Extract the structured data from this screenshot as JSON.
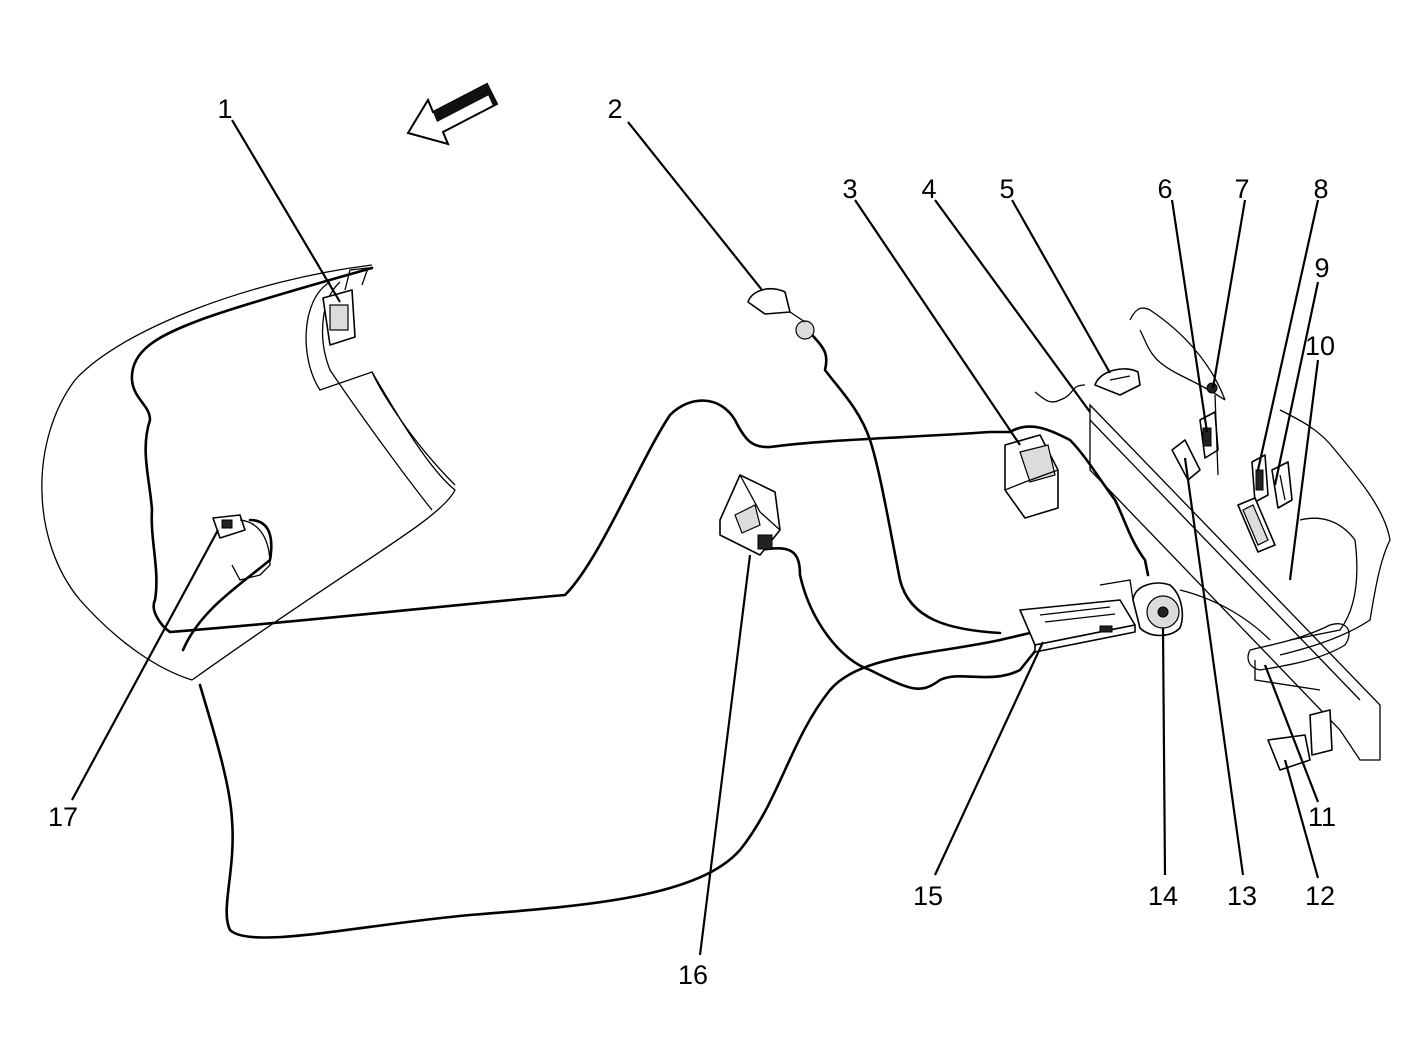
{
  "callouts": [
    {
      "id": "1",
      "label": "1"
    },
    {
      "id": "2",
      "label": "2"
    },
    {
      "id": "3",
      "label": "3"
    },
    {
      "id": "4",
      "label": "4"
    },
    {
      "id": "5",
      "label": "5"
    },
    {
      "id": "6",
      "label": "6"
    },
    {
      "id": "7",
      "label": "7"
    },
    {
      "id": "8",
      "label": "8"
    },
    {
      "id": "9",
      "label": "9"
    },
    {
      "id": "10",
      "label": "10"
    },
    {
      "id": "11",
      "label": "11"
    },
    {
      "id": "12",
      "label": "12"
    },
    {
      "id": "13",
      "label": "13"
    },
    {
      "id": "14",
      "label": "14"
    },
    {
      "id": "15",
      "label": "15"
    },
    {
      "id": "16",
      "label": "16"
    },
    {
      "id": "17",
      "label": "17"
    }
  ],
  "colors": {
    "line": "#000000",
    "background": "#ffffff",
    "shade": "#dcdcdc"
  },
  "icons": {
    "direction": "front-direction-arrow-icon"
  }
}
